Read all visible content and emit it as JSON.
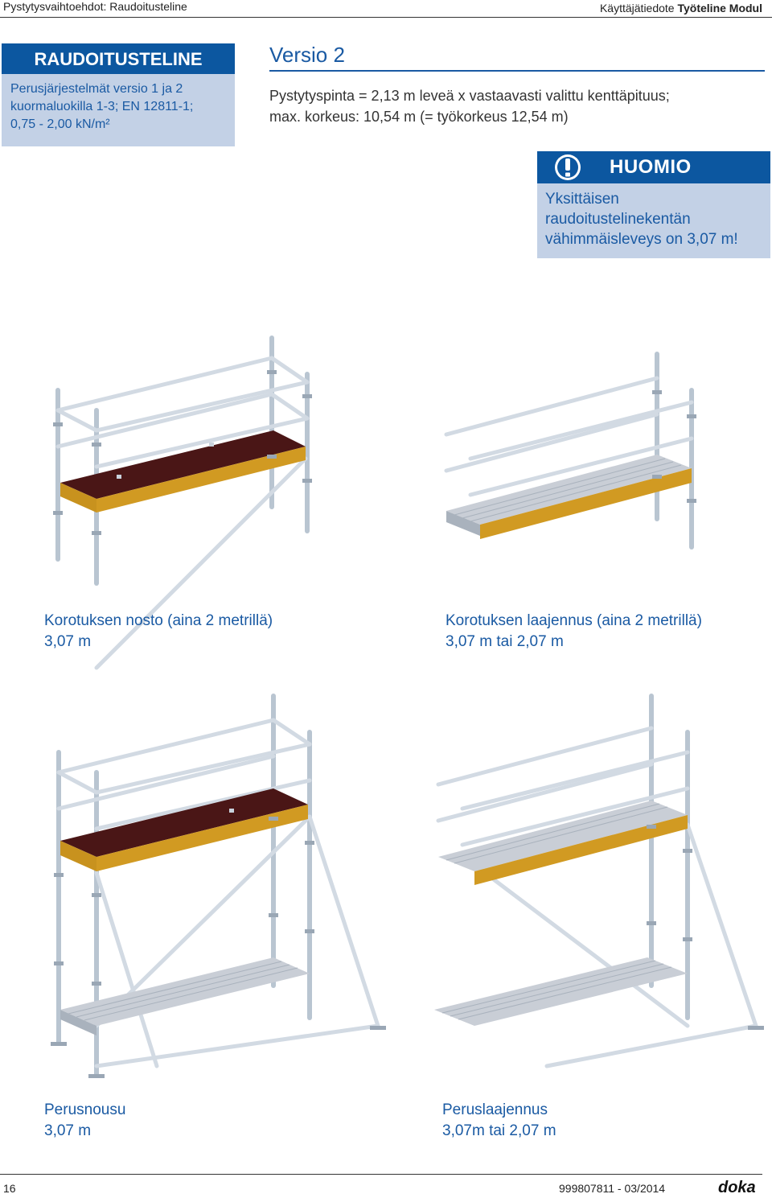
{
  "header": {
    "left": "Pystytysvaihtoehdot: Raudoitusteline",
    "right_prefix": "Käyttäjätiedote",
    "right_bold": "Työteline Modul"
  },
  "sidebox": {
    "title": "RAUDOITUSTELINE",
    "line1": "Perusjärjestelmät versio 1 ja 2",
    "line2": "kuormaluokilla 1-3; EN 12811-1;",
    "line3": "0,75 - 2,00 kN/m²"
  },
  "version": {
    "title": "Versio 2",
    "line1": "Pystytyspinta = 2,13 m leveä x vastaavasti valittu kenttäpituus;",
    "line2": "max. korkeus: 10,54 m (= työkorkeus 12,54 m)"
  },
  "notice": {
    "title": "HUOMIO",
    "line1": "Yksittäisen",
    "line2": "raudoitustelinekentän",
    "line3": "vähimmäisleveys on 3,07 m!"
  },
  "figures": [
    {
      "caption_line1": "Korotuksen nosto (aina 2 metrillä)",
      "caption_line2": "3,07 m"
    },
    {
      "caption_line1": "Korotuksen laajennus (aina 2 metrillä)",
      "caption_line2": "3,07 m tai 2,07 m"
    },
    {
      "caption_line1": "Perusnousu",
      "caption_line2": "3,07 m"
    },
    {
      "caption_line1": "Peruslaajennus",
      "caption_line2": "3,07m tai 2,07 m"
    }
  ],
  "footer": {
    "page_number": "16",
    "doc_code": "999807811 - 03/2014",
    "logo_text": "doka"
  },
  "colors": {
    "brand_blue": "#0c57a0",
    "light_blue": "#c3d1e6",
    "text_blue": "#1a5aa3",
    "tube": "#b8c4d0",
    "timber": "#c8921e",
    "deck_dark": "#4a1616",
    "grating": "#c9ced6"
  }
}
